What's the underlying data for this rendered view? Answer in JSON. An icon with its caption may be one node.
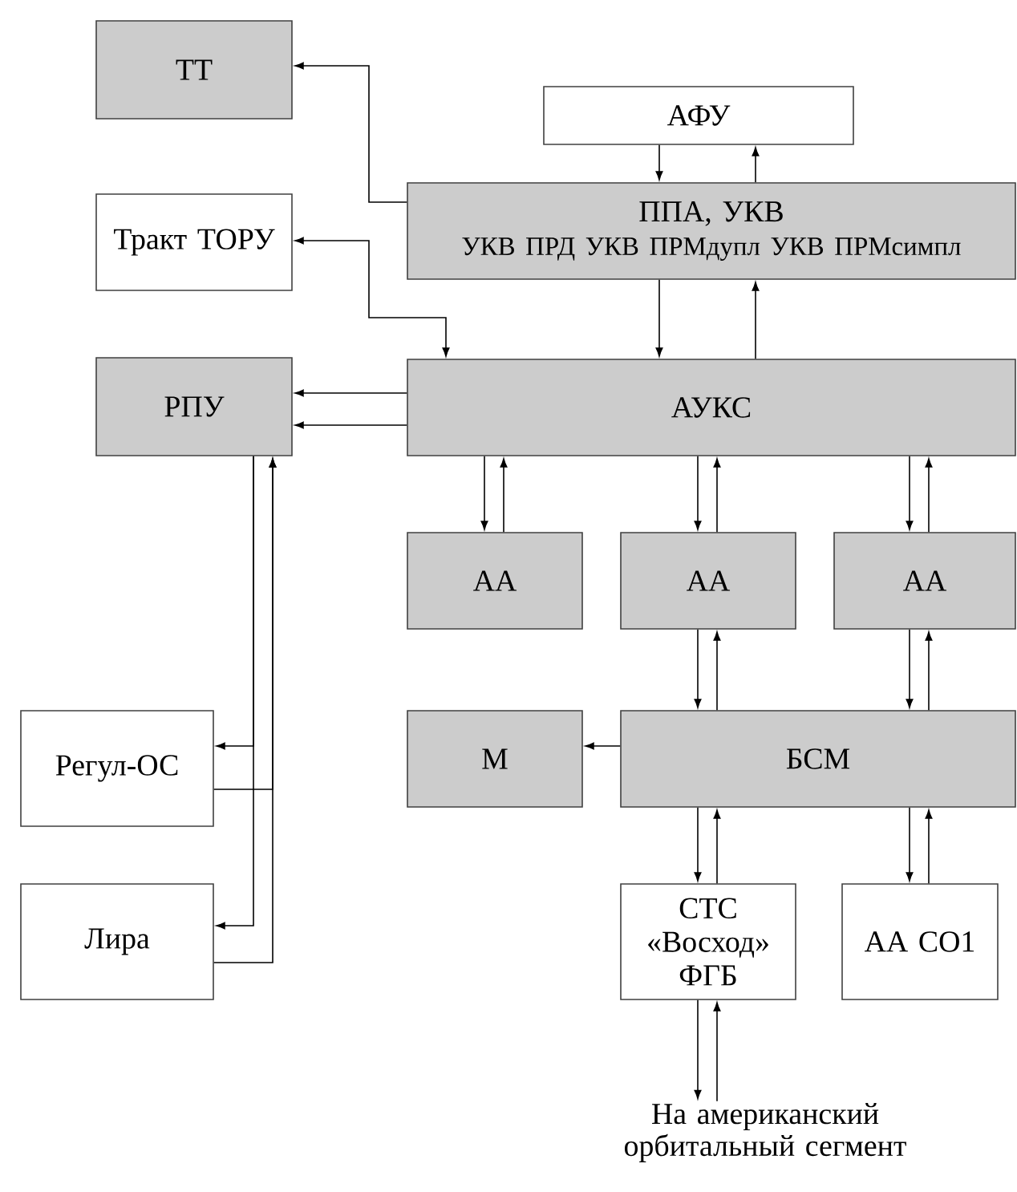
{
  "diagram": {
    "nodes": [
      {
        "text": [
          "ТТ"
        ]
      },
      {
        "text": [
          "АФУ"
        ]
      },
      {
        "text": [
          "ППА, УКВ",
          "УКВ ПРД УКВ ПРМдупл УКВ ПРМсимпл"
        ]
      },
      {
        "text": [
          "Тракт ТОРУ"
        ]
      },
      {
        "text": [
          "РПУ"
        ]
      },
      {
        "text": [
          "АУКС"
        ]
      },
      {
        "text": [
          "АА"
        ]
      },
      {
        "text": [
          "АА"
        ]
      },
      {
        "text": [
          "АА"
        ]
      },
      {
        "text": [
          "Регул-ОС"
        ]
      },
      {
        "text": [
          "М"
        ]
      },
      {
        "text": [
          "БСМ"
        ]
      },
      {
        "text": [
          "СТС «Восход» ФГБ"
        ]
      },
      {
        "text": [
          "АА СО1"
        ]
      },
      {
        "text": [
          "Лира"
        ]
      },
      {
        "text": [
          "На американский орбитальный сегмент"
        ]
      }
    ],
    "edges": [
      {
        "from": 2,
        "to": 0,
        "arrow": "to"
      },
      {
        "from": 3,
        "to": 5,
        "arrow": "both"
      },
      {
        "from": 1,
        "to": 2,
        "arrow": "to"
      },
      {
        "from": 2,
        "to": 1,
        "arrow": "to"
      },
      {
        "from": 2,
        "to": 5,
        "arrow": "to"
      },
      {
        "from": 5,
        "to": 2,
        "arrow": "to"
      },
      {
        "from": 5,
        "to": 4,
        "arrow": "to"
      },
      {
        "from": 5,
        "to": 4,
        "arrow": "to"
      },
      {
        "from": 5,
        "to": 6,
        "arrow": "to"
      },
      {
        "from": 6,
        "to": 5,
        "arrow": "to"
      },
      {
        "from": 5,
        "to": 7,
        "arrow": "to"
      },
      {
        "from": 7,
        "to": 5,
        "arrow": "to"
      },
      {
        "from": 5,
        "to": 8,
        "arrow": "to"
      },
      {
        "from": 8,
        "to": 5,
        "arrow": "to"
      },
      {
        "from": 4,
        "to": 9,
        "arrow": "to"
      },
      {
        "from": 9,
        "to": 4,
        "arrow": "to"
      },
      {
        "from": 4,
        "to": 14,
        "arrow": "to"
      },
      {
        "from": 14,
        "to": 4,
        "arrow": "to"
      },
      {
        "from": 7,
        "to": 11,
        "arrow": "to"
      },
      {
        "from": 11,
        "to": 7,
        "arrow": "to"
      },
      {
        "from": 8,
        "to": 11,
        "arrow": "to"
      },
      {
        "from": 11,
        "to": 8,
        "arrow": "to"
      },
      {
        "from": 11,
        "to": 10,
        "arrow": "to"
      },
      {
        "from": 11,
        "to": 12,
        "arrow": "to"
      },
      {
        "from": 12,
        "to": 11,
        "arrow": "to"
      },
      {
        "from": 11,
        "to": 13,
        "arrow": "to"
      },
      {
        "from": 13,
        "to": 11,
        "arrow": "to"
      },
      {
        "from": 12,
        "to": 15,
        "arrow": "to"
      },
      {
        "from": 15,
        "to": 12,
        "arrow": "to"
      }
    ]
  }
}
